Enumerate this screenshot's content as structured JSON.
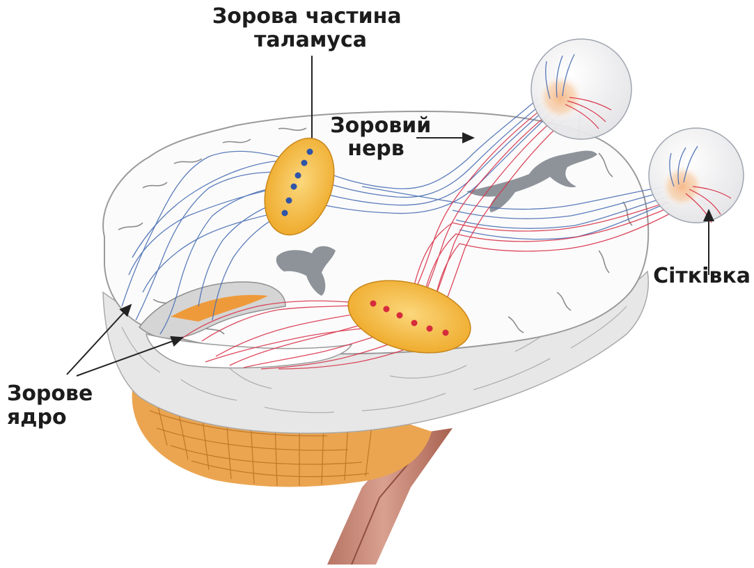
{
  "title": "",
  "labels": {
    "thalamus": {
      "lines": [
        "Зорова частина",
        "таламуса"
      ]
    },
    "optic_nerve": {
      "lines": [
        "Зоровий",
        "нерв"
      ]
    },
    "retina": {
      "lines": [
        "Сітківка"
      ]
    },
    "visual_cortex": {
      "lines": [
        "Зорове",
        "ядро"
      ]
    }
  },
  "colors": {
    "left_pathway": "#4a6fb5",
    "right_pathway": "#d9344a",
    "nucleus_fill": "#f2b12f",
    "cerebellum": "#e9a54a",
    "brainstem": "#c98a7a",
    "brain_tissue": "#ececec"
  }
}
